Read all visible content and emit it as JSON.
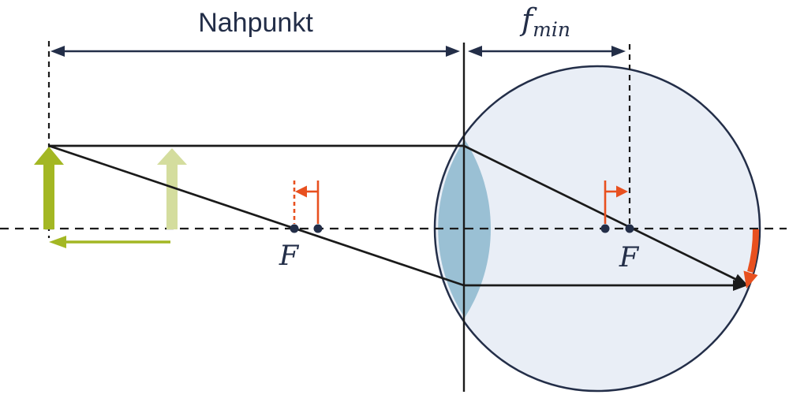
{
  "labels": {
    "near_point": "Nahpunkt",
    "fmin_base": "f",
    "fmin_sub": "min",
    "focal_left": "F",
    "focal_right": "F"
  },
  "colors": {
    "navy": "#232e48",
    "ink": "#1a1a1a",
    "eyefill": "#e9eef6",
    "lensfill": "#9ac0d4",
    "orange": "#e8501f",
    "olive": "#a3b723",
    "olivelight": "#d4dd9e"
  }
}
